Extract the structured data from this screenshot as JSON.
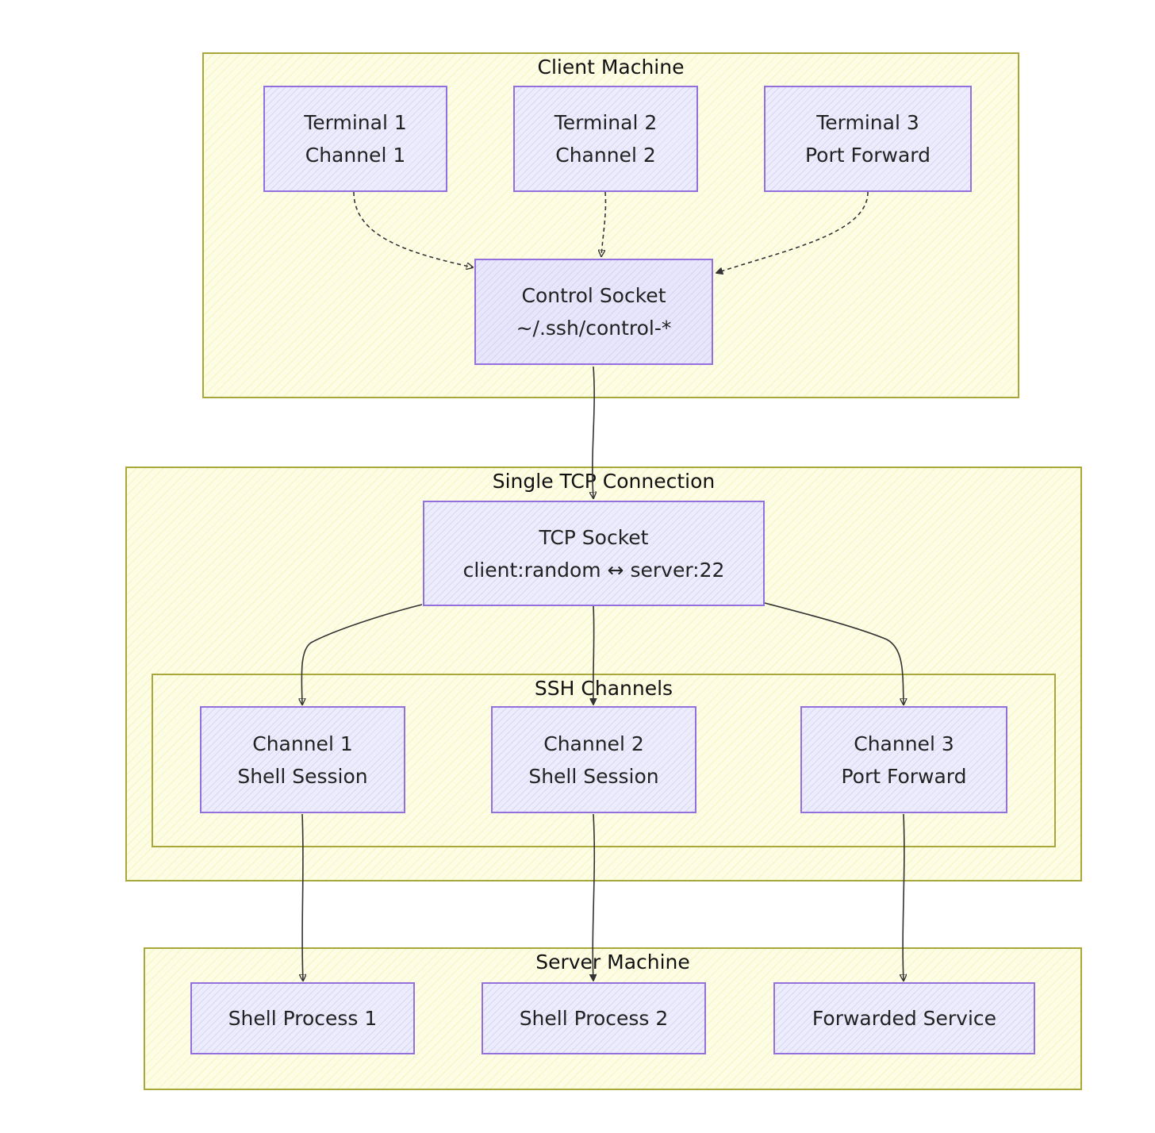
{
  "clusters": {
    "client": {
      "title": "Client Machine"
    },
    "tcp": {
      "title": "Single TCP Connection"
    },
    "ssh": {
      "title": "SSH Channels"
    },
    "server": {
      "title": "Server Machine"
    }
  },
  "nodes": {
    "terminal1": {
      "line1": "Terminal 1",
      "line2": "Channel 1"
    },
    "terminal2": {
      "line1": "Terminal 2",
      "line2": "Channel 2"
    },
    "terminal3": {
      "line1": "Terminal 3",
      "line2": "Port Forward"
    },
    "control_socket": {
      "line1": "Control Socket",
      "line2": "~/.ssh/control-*"
    },
    "tcp_socket": {
      "line1": "TCP Socket",
      "line2": "client:random ↔ server:22"
    },
    "channel1": {
      "line1": "Channel 1",
      "line2": "Shell Session"
    },
    "channel2": {
      "line1": "Channel 2",
      "line2": "Shell Session"
    },
    "channel3": {
      "line1": "Channel 3",
      "line2": "Port Forward"
    },
    "shell1": {
      "line1": "Shell Process 1"
    },
    "shell2": {
      "line1": "Shell Process 2"
    },
    "forwarded": {
      "line1": "Forwarded Service"
    }
  },
  "edges": [
    {
      "from": "terminal1",
      "to": "control_socket",
      "style": "dashed"
    },
    {
      "from": "terminal2",
      "to": "control_socket",
      "style": "dashed"
    },
    {
      "from": "terminal3",
      "to": "control_socket",
      "style": "dashed"
    },
    {
      "from": "control_socket",
      "to": "tcp_socket",
      "style": "solid"
    },
    {
      "from": "tcp_socket",
      "to": "channel1",
      "style": "solid"
    },
    {
      "from": "tcp_socket",
      "to": "channel2",
      "style": "solid"
    },
    {
      "from": "tcp_socket",
      "to": "channel3",
      "style": "solid"
    },
    {
      "from": "channel1",
      "to": "shell1",
      "style": "solid"
    },
    {
      "from": "channel2",
      "to": "shell2",
      "style": "solid"
    },
    {
      "from": "channel3",
      "to": "forwarded",
      "style": "solid"
    }
  ],
  "colors": {
    "cluster_fill": "#fdfde6",
    "cluster_stroke": "#a8a83a",
    "node_fill": "#ececfd",
    "node_stroke": "#9370db",
    "edge": "#333333"
  }
}
